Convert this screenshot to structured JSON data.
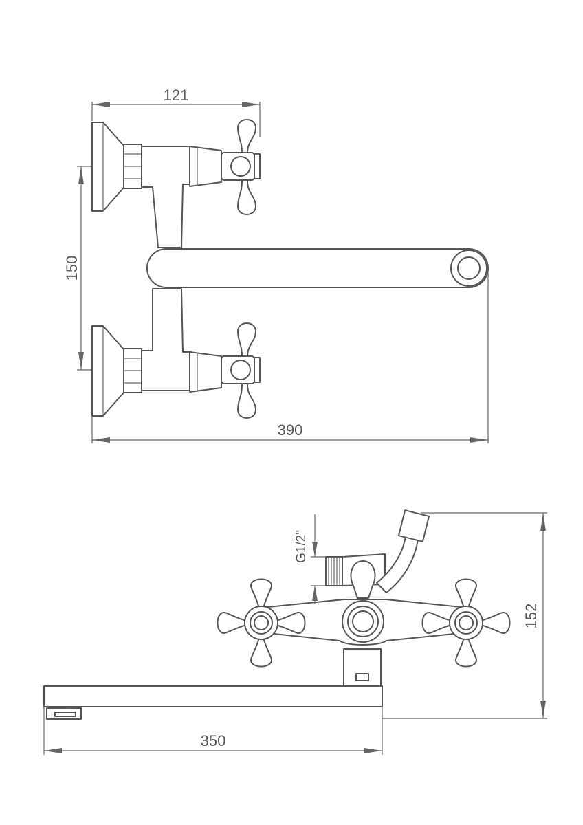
{
  "dimensions": {
    "top_width_121": "121",
    "top_spacing_150": "150",
    "top_length_390": "390",
    "side_thread": "G1/2\"",
    "side_height_152": "152",
    "side_length_350": "350"
  }
}
